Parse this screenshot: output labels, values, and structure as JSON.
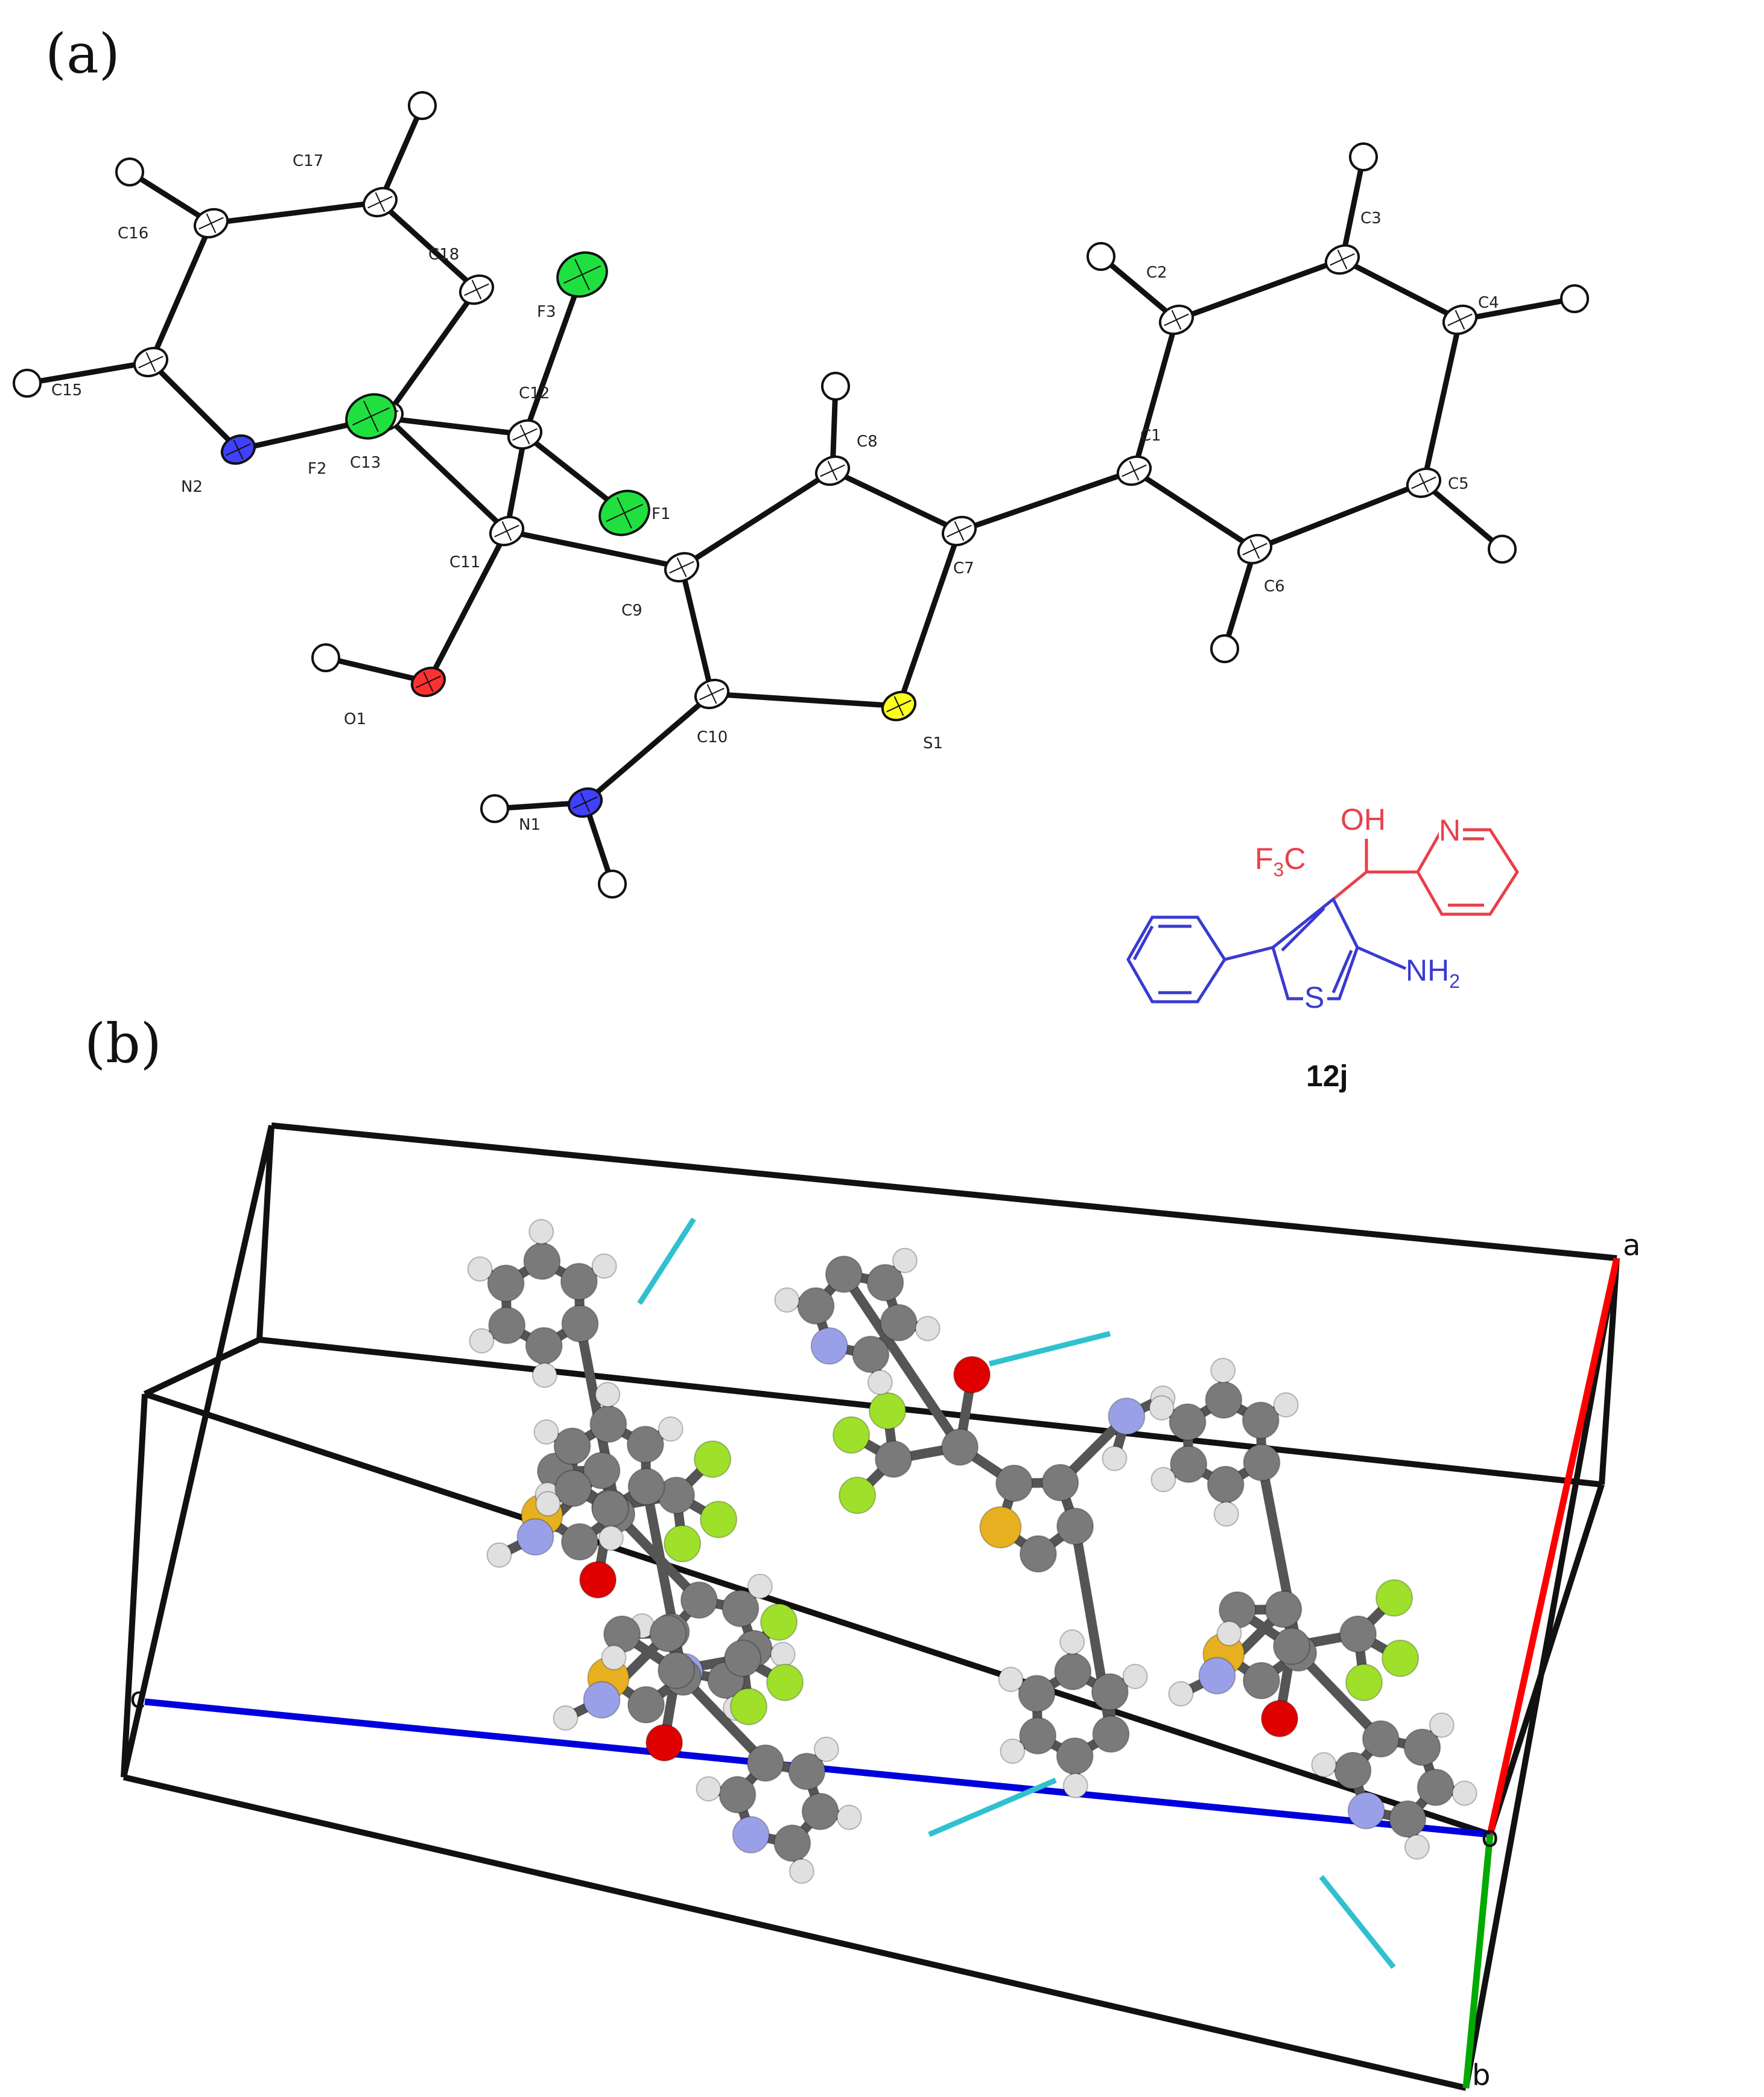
{
  "panel_a": {
    "label": "(a)",
    "atoms": [
      {
        "id": "C1",
        "label": "C1",
        "color": "#ffffff"
      },
      {
        "id": "C2",
        "label": "C2",
        "color": "#ffffff"
      },
      {
        "id": "C3",
        "label": "C3",
        "color": "#ffffff"
      },
      {
        "id": "C4",
        "label": "C4",
        "color": "#ffffff"
      },
      {
        "id": "C5",
        "label": "C5",
        "color": "#ffffff"
      },
      {
        "id": "C6",
        "label": "C6",
        "color": "#ffffff"
      },
      {
        "id": "C7",
        "label": "C7",
        "color": "#ffffff"
      },
      {
        "id": "C8",
        "label": "C8",
        "color": "#ffffff"
      },
      {
        "id": "C9",
        "label": "C9",
        "color": "#ffffff"
      },
      {
        "id": "C10",
        "label": "C10",
        "color": "#ffffff"
      },
      {
        "id": "C11",
        "label": "C11",
        "color": "#ffffff"
      },
      {
        "id": "C12",
        "label": "C12",
        "color": "#ffffff"
      },
      {
        "id": "C13",
        "label": "C13",
        "color": "#ffffff"
      },
      {
        "id": "C15",
        "label": "C15",
        "color": "#ffffff"
      },
      {
        "id": "C16",
        "label": "C16",
        "color": "#ffffff"
      },
      {
        "id": "C17",
        "label": "C17",
        "color": "#ffffff"
      },
      {
        "id": "C18",
        "label": "C18",
        "color": "#ffffff"
      },
      {
        "id": "N1",
        "label": "N1",
        "color": "#4040ff"
      },
      {
        "id": "N2",
        "label": "N2",
        "color": "#4040ff"
      },
      {
        "id": "O1",
        "label": "O1",
        "color": "#ff3030"
      },
      {
        "id": "S1",
        "label": "S1",
        "color": "#ffff20"
      },
      {
        "id": "F1",
        "label": "F1",
        "color": "#20e040"
      },
      {
        "id": "F2",
        "label": "F2",
        "color": "#20e040"
      },
      {
        "id": "F3",
        "label": "F3",
        "color": "#20e040"
      }
    ],
    "compound": {
      "cf3": "F",
      "cf3_sub": "3",
      "cf3_c": "C",
      "oh": "OH",
      "n_pyridine": "N",
      "s": "S",
      "nh2": "NH",
      "nh2_sub": "2",
      "name": "12j",
      "color_top": "#e8404a",
      "color_bottom": "#3a3ad0"
    }
  },
  "panel_b": {
    "label": "(b)",
    "axes": [
      {
        "name": "a",
        "label": "a",
        "color": "#ff0000"
      },
      {
        "name": "c",
        "label": "c",
        "color": "#0000dd"
      },
      {
        "name": "b",
        "label": "b",
        "color": "#00aa00"
      }
    ],
    "origin_label": "o",
    "atom_colors": {
      "C": "#7a7a7a",
      "H": "#e0e0e0",
      "N": "#9aa0e8",
      "O": "#e00000",
      "S": "#e6b020",
      "F": "#9ee02a",
      "hbond": "#30c0d0"
    }
  }
}
